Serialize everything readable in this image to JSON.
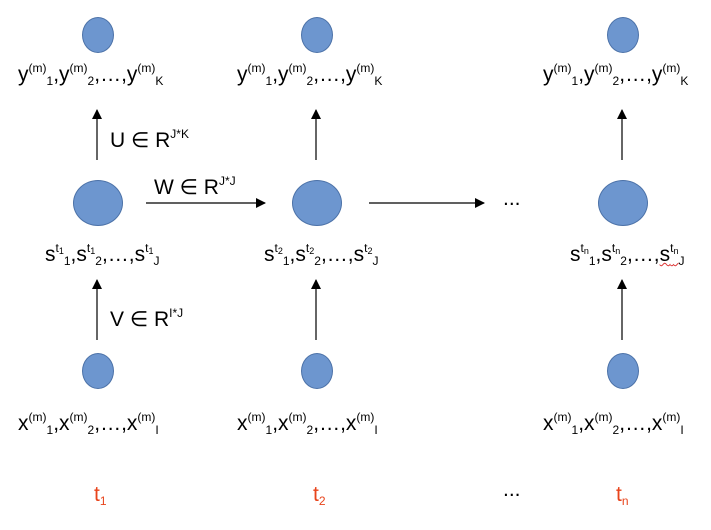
{
  "columns": [
    {
      "y": {
        "base": "y",
        "sup": "(m)",
        "sub1": "1",
        "sub2": "2",
        "subK": "K",
        "sep": ",",
        "dots": "…,"
      },
      "s": {
        "base": "s",
        "t": "t",
        "tsub": "1",
        "sub1": "1",
        "sub2": "2",
        "subJ": "J",
        "sep": ",",
        "dots": "…,"
      },
      "x": {
        "base": "x",
        "sup": "(m)",
        "sub1": "1",
        "sub2": "2",
        "subI": "I",
        "sep": ",",
        "dots": "…,"
      },
      "time": {
        "base": "t",
        "sub": "1"
      }
    },
    {
      "y": {
        "base": "y",
        "sup": "(m)",
        "sub1": "1",
        "sub2": "2",
        "subK": "K",
        "sep": ",",
        "dots": "…,"
      },
      "s": {
        "base": "s",
        "t": "t",
        "tsub": "2",
        "sub1": "1",
        "sub2": "2",
        "subJ": "J",
        "sep": ",",
        "dots": "…,"
      },
      "x": {
        "base": "x",
        "sup": "(m)",
        "sub1": "1",
        "sub2": "2",
        "subI": "I",
        "sep": ",",
        "dots": "…,"
      },
      "time": {
        "base": "t",
        "sub": "2"
      }
    },
    {
      "y": {
        "base": "y",
        "sup": "(m)",
        "sub1": "1",
        "sub2": "2",
        "subK": "K",
        "sep": ",",
        "dots": "…,"
      },
      "s": {
        "base": "s",
        "t": "t",
        "tsub": "n",
        "sub1": "1",
        "sub2": "2",
        "subJ": "J",
        "sep": ",",
        "dots": "…,"
      },
      "x": {
        "base": "x",
        "sup": "(m)",
        "sub1": "1",
        "sub2": "2",
        "subI": "I",
        "sep": ",",
        "dots": "…,"
      },
      "time": {
        "base": "t",
        "sub": "n"
      }
    }
  ],
  "matrices": {
    "u": {
      "text": "U ∈ R",
      "sup": "J*K"
    },
    "w": {
      "text": "W ∈ R",
      "sup": "J*J"
    },
    "v": {
      "text": "V ∈ R",
      "sup": "I*J"
    }
  },
  "ellipsis": {
    "middle": "...",
    "bottom": "..."
  },
  "colors": {
    "node_fill": "#6d96cf",
    "node_stroke": "#4c72a8",
    "time_label": "#e8441c",
    "arrow": "#000000"
  }
}
